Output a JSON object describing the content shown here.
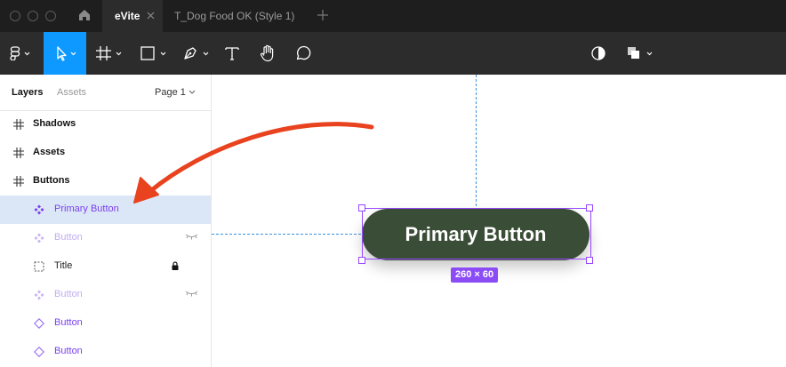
{
  "window": {
    "tabs": [
      {
        "label": "eVite",
        "active": true
      },
      {
        "label": "T_Dog Food OK (Style 1)",
        "active": false
      }
    ]
  },
  "toolbar": {
    "tools": [
      "figma-menu",
      "move",
      "frame",
      "shape",
      "pen",
      "text",
      "hand",
      "comment"
    ],
    "active_tool": "move",
    "accent_color": "#0d99ff"
  },
  "panel": {
    "tab_layers": "Layers",
    "tab_assets": "Assets",
    "page_label": "Page 1",
    "layers": [
      {
        "label": "Shadows",
        "icon": "frame-icon",
        "bold": true
      },
      {
        "label": "Assets",
        "icon": "frame-icon",
        "bold": true
      },
      {
        "label": "Buttons",
        "icon": "frame-icon",
        "bold": true
      },
      {
        "label": "Primary Button",
        "icon": "component-icon",
        "selected": true
      },
      {
        "label": "Button",
        "icon": "component-icon",
        "hidden": true
      },
      {
        "label": "Title",
        "icon": "dashed-frame-icon",
        "locked": true
      },
      {
        "label": "Button",
        "icon": "component-icon",
        "hidden": true
      },
      {
        "label": "Button",
        "icon": "instance-icon"
      },
      {
        "label": "Button",
        "icon": "instance-icon"
      }
    ]
  },
  "canvas": {
    "button_label": "Primary Button",
    "button_color": "#3a4d36",
    "size_label": "260 × 60",
    "selection_color": "#9747ff"
  },
  "annotation": {
    "arrow_color": "#e8431e"
  }
}
